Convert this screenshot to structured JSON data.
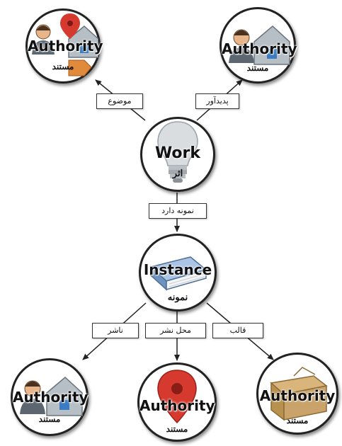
{
  "nodes": {
    "authority_top_left": {
      "title": "Authority",
      "subtitle": "مستند"
    },
    "authority_top_right": {
      "title": "Authority",
      "subtitle": "مستند"
    },
    "work": {
      "title": "Work",
      "subtitle": "اثر"
    },
    "instance": {
      "title": "Instance",
      "subtitle": "نمونه"
    },
    "authority_bottom_left": {
      "title": "Authority",
      "subtitle": "مستند"
    },
    "authority_bottom_middle": {
      "title": "Authority",
      "subtitle": "مستند"
    },
    "authority_bottom_right": {
      "title": "Authority",
      "subtitle": "مستند"
    }
  },
  "edges": {
    "subject": "موضوع",
    "creator": "پدیدآور",
    "has_instance": "نمونه دارد",
    "publisher": "ناشر",
    "place_of_publication": "محل نشر",
    "format": "قالب"
  },
  "icons": {
    "authority_top_left": [
      "person-icon",
      "map-pin-icon",
      "house-icon",
      "tag-icon"
    ],
    "authority_top_right": [
      "person-icon",
      "house-icon"
    ],
    "work": [
      "lightbulb-icon"
    ],
    "instance": [
      "book-icon"
    ],
    "authority_bottom_left": [
      "person-icon",
      "house-icon"
    ],
    "authority_bottom_middle": [
      "map-pin-icon"
    ],
    "authority_bottom_right": [
      "box-icon"
    ]
  },
  "colors": {
    "pin_red": "#d63a2f",
    "person_skin": "#e8b58a",
    "house_gray": "#9aa3ab",
    "house_window": "#3a7cc4",
    "tag_orange": "#e08a3c",
    "book_blue": "#8eb1d8",
    "box_tan": "#c9a36a",
    "bulb_gray": "#d9dde0"
  }
}
